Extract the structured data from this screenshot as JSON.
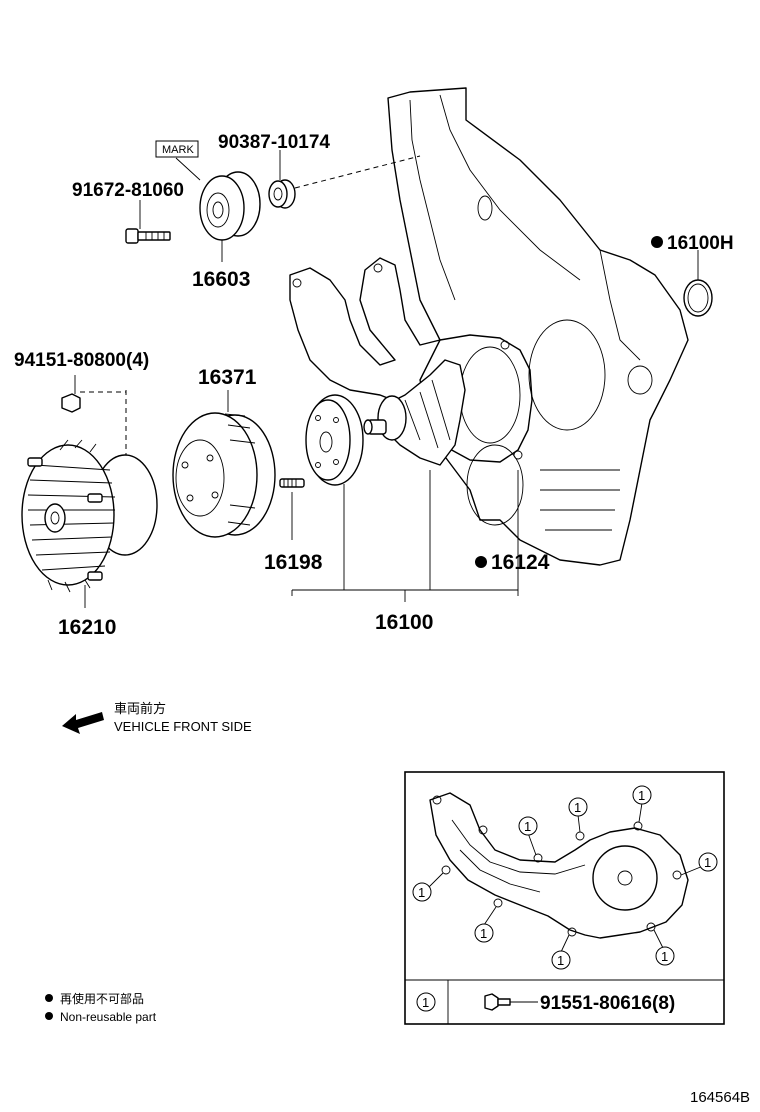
{
  "parts": {
    "p90387": "90387-10174",
    "mark": "MARK",
    "p91672": "91672-81060",
    "p16603": "16603",
    "p16100H": "16100H",
    "p94151": "94151-80800(4)",
    "p16371": "16371",
    "p16198": "16198",
    "p16124": "16124",
    "p16210": "16210",
    "p16100": "16100"
  },
  "direction": {
    "jp": "車両前方",
    "en": "VEHICLE FRONT SIDE"
  },
  "inset": {
    "callout": "1",
    "bolt_part": "91551-80616(8)"
  },
  "legend": {
    "jp": "再使用不可部品",
    "en": "Non-reusable part"
  },
  "diagram_code": "164564B"
}
